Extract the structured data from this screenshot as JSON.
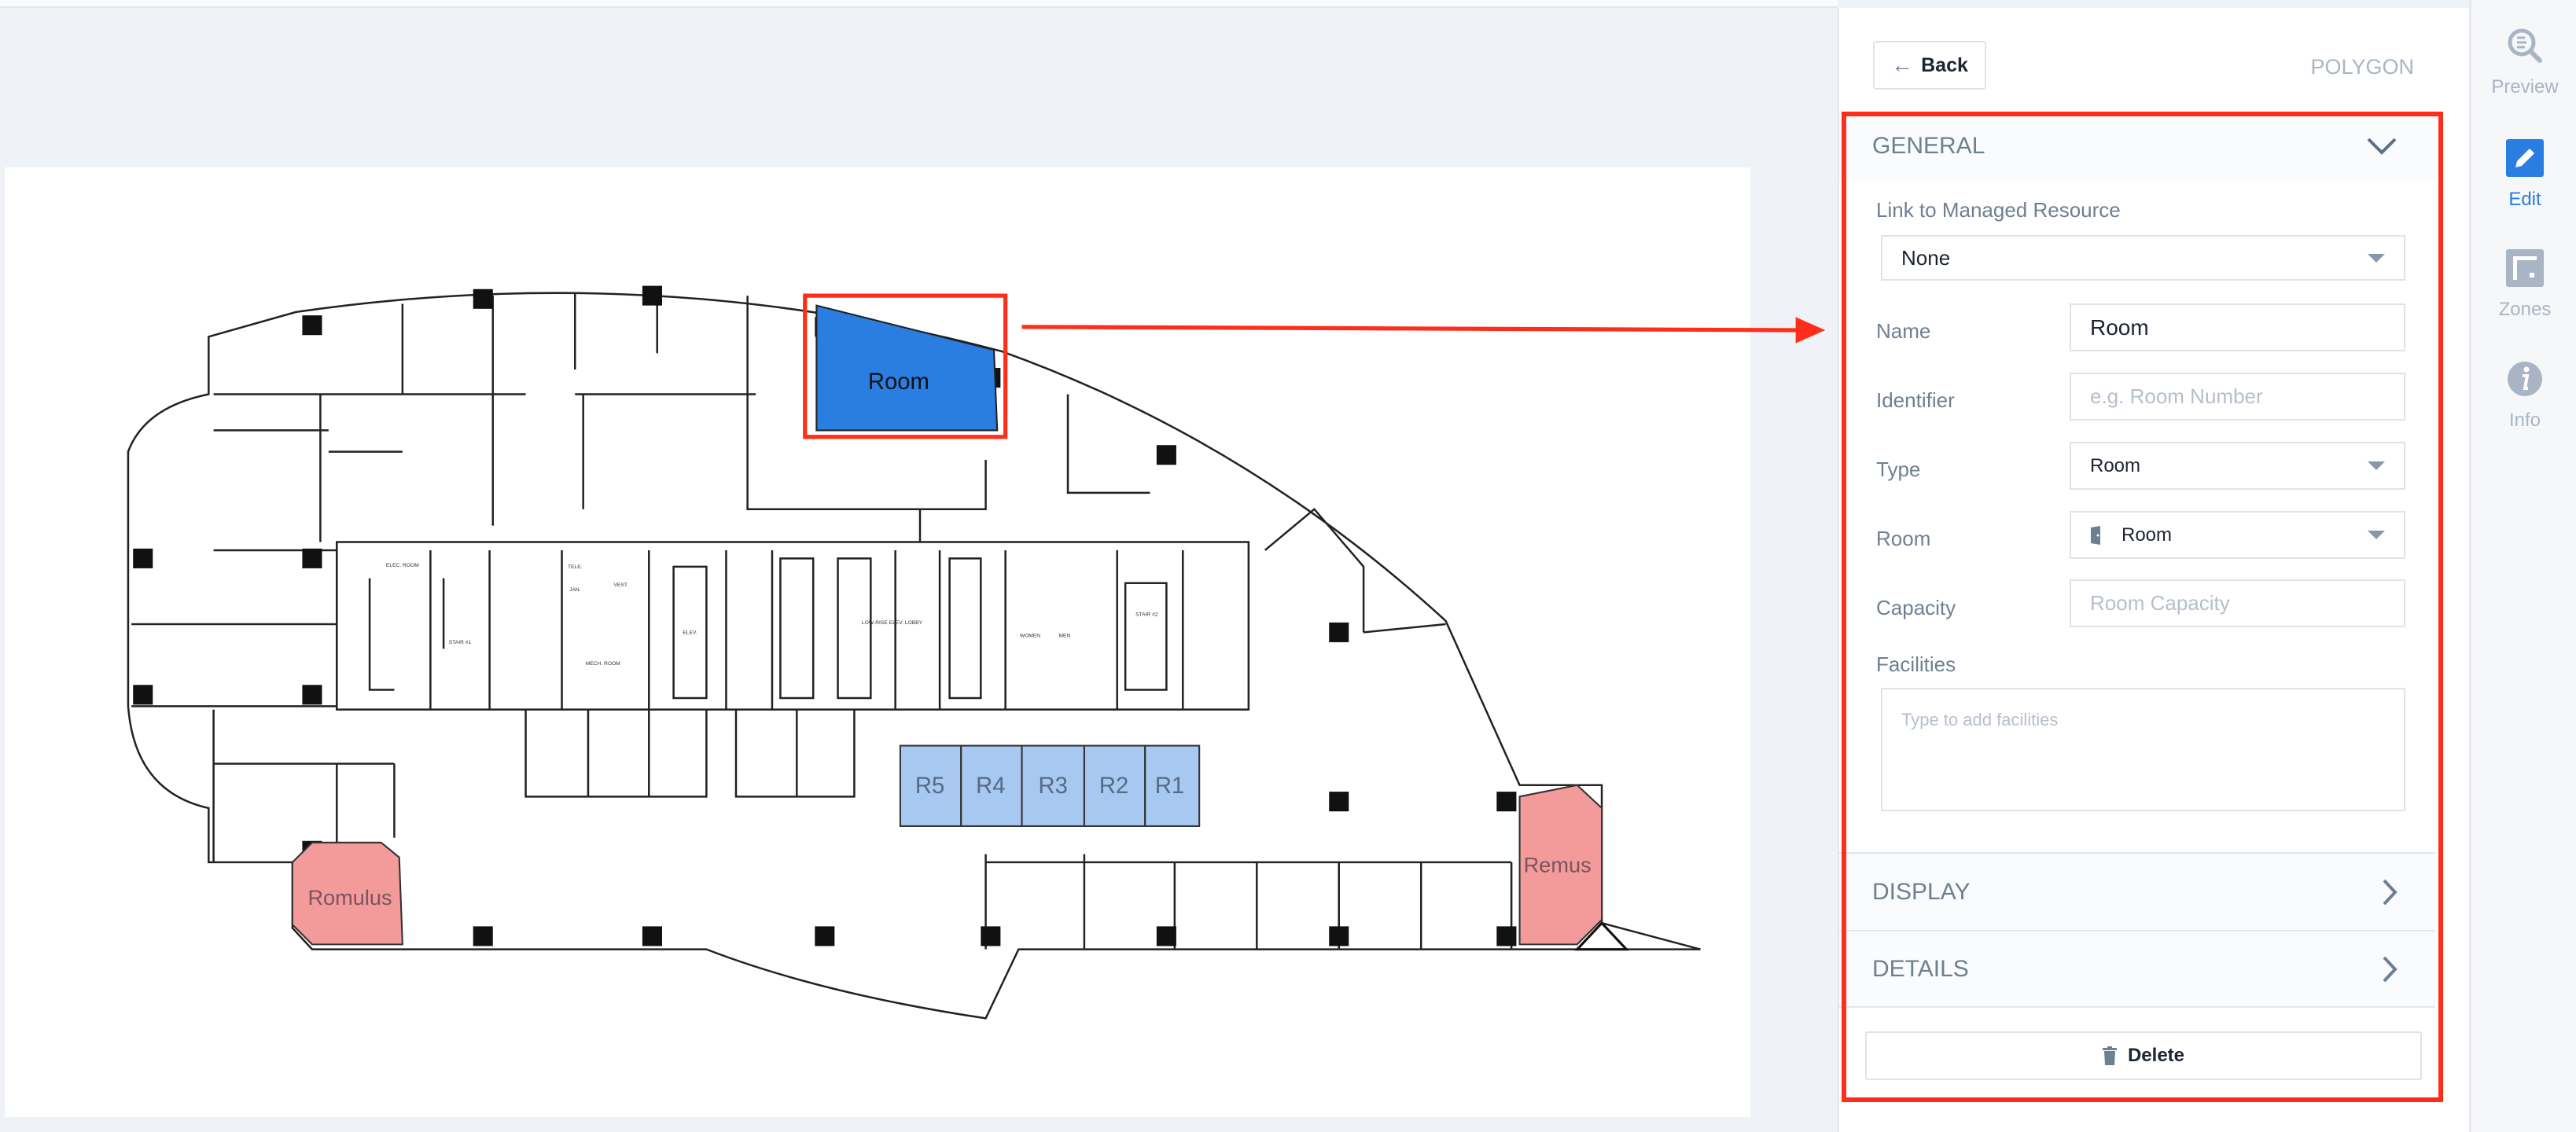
{
  "panel": {
    "back_label": "Back",
    "mode_label": "POLYGON",
    "general": {
      "title": "GENERAL",
      "link_label": "Link to Managed Resource",
      "link_value": "None",
      "name_label": "Name",
      "name_value": "Room",
      "identifier_label": "Identifier",
      "identifier_placeholder": "e.g. Room Number",
      "type_label": "Type",
      "type_value": "Room",
      "room_label": "Room",
      "room_value": "Room",
      "capacity_label": "Capacity",
      "capacity_placeholder": "Room Capacity",
      "facilities_label": "Facilities",
      "facilities_placeholder": "Type to add facilities"
    },
    "display_title": "DISPLAY",
    "details_title": "DETAILS",
    "delete_label": "Delete"
  },
  "rail": {
    "preview": "Preview",
    "edit": "Edit",
    "zones": "Zones",
    "info": "Info"
  },
  "plan": {
    "selected_room": "Room",
    "rooms": [
      "R5",
      "R4",
      "R3",
      "R2",
      "R1"
    ],
    "romulus": "Romulus",
    "remus": "Remus",
    "labels": {
      "elec": "ELEC. ROOM",
      "stair1": "STAIR #1",
      "mech": "MECH. ROOM",
      "tele": "TELE.",
      "jan": "JAN.",
      "vest": "VEST.",
      "lobby": "LOW-RISE ELEV. LOBBY",
      "women": "WOMEN",
      "men": "MEN",
      "stair2": "STAIR #2",
      "elev": "ELEV."
    }
  },
  "colors": {
    "selected": "#2a7de1",
    "rooms": "#a6c8f1",
    "pink": "#f39a9a",
    "highlight": "#ff2d1a",
    "accent": "#2a7de1"
  }
}
